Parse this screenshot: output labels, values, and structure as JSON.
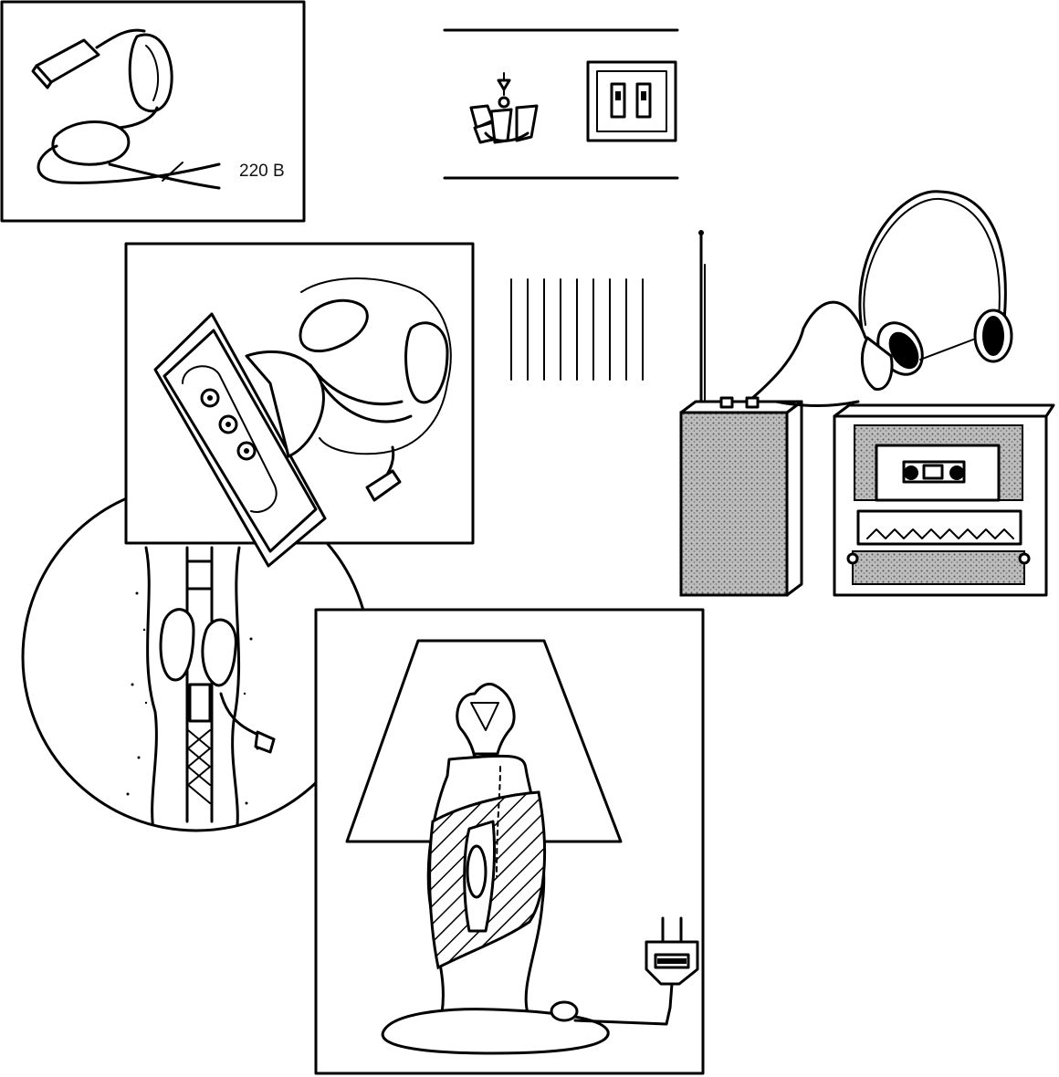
{
  "voltage_label": "220 В",
  "colors": {
    "ink": "#000000",
    "paper": "#ffffff",
    "speckle": "#9a9a9a"
  },
  "panels": [
    {
      "name": "wire-splice-panel",
      "icon": "cable-joint-icon"
    },
    {
      "name": "chandelier-switch-panel",
      "icon": "chandelier-icon"
    },
    {
      "name": "wall-socket-panel",
      "icon": "socket-icon"
    },
    {
      "name": "cable-in-wall-panel",
      "icon": "wall-cable-icon"
    },
    {
      "name": "radio-headphones-panel",
      "icon": "radio-icon"
    },
    {
      "name": "table-lamp-panel",
      "icon": "lamp-icon"
    }
  ]
}
